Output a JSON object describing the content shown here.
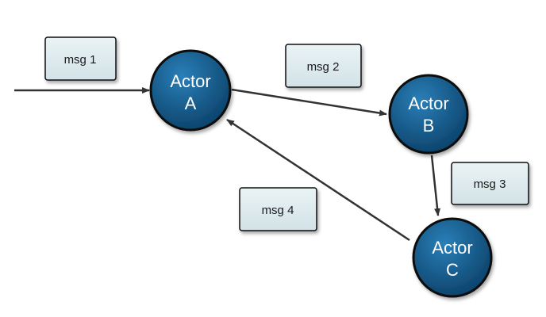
{
  "actors": [
    {
      "id": "A",
      "line1": "Actor",
      "line2": "A"
    },
    {
      "id": "B",
      "line1": "Actor",
      "line2": "B"
    },
    {
      "id": "C",
      "line1": "Actor",
      "line2": "C"
    }
  ],
  "messages": [
    {
      "id": "msg1",
      "label": "msg 1",
      "from": null,
      "to": "A"
    },
    {
      "id": "msg2",
      "label": "msg 2",
      "from": "A",
      "to": "B"
    },
    {
      "id": "msg3",
      "label": "msg 3",
      "from": "B",
      "to": "C"
    },
    {
      "id": "msg4",
      "label": "msg 4",
      "from": "C",
      "to": "A"
    }
  ],
  "colors": {
    "actor_fill_dark": "#0a3f66",
    "actor_fill_light": "#2a7fb8",
    "actor_stroke": "#0b0b0b",
    "message_box_fill": "#dde9ed",
    "message_box_stroke": "#111111",
    "arrow": "#333333"
  }
}
